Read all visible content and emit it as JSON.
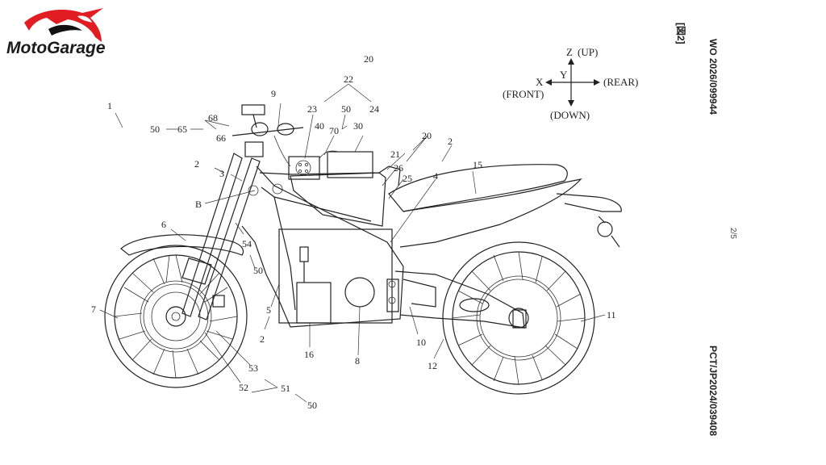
{
  "logo": {
    "text": "MotoGarage",
    "accent": "#e21c23"
  },
  "publication": {
    "wo_number": "WO 2026/099944",
    "pct_number": "PCT/JP2024/039408",
    "figure_label": "[図2]",
    "page": "2/5"
  },
  "axes": {
    "z": "Z",
    "up": "(UP)",
    "x": "X",
    "front": "(FRONT)",
    "y": "Y",
    "rear": "(REAR)",
    "down": "(DOWN)"
  },
  "labels": {
    "l1": "1",
    "l20a": "20",
    "l22": "22",
    "l23": "23",
    "l24": "24",
    "l50a": "50",
    "l70": "70",
    "l40": "40",
    "l30": "30",
    "l9": "9",
    "l68": "68",
    "l50b": "50",
    "l65": "65",
    "l66": "66",
    "l2a": "2",
    "l3": "3",
    "lB": "B",
    "l20b": "20",
    "l21": "21",
    "l26": "26",
    "l25": "25",
    "l2b": "2",
    "l4": "4",
    "l15": "15",
    "l6": "6",
    "l54": "54",
    "l50c": "50",
    "l7": "7",
    "l5": "5",
    "l2c": "2",
    "l16": "16",
    "l8": "8",
    "l10": "10",
    "l12": "12",
    "l11": "11",
    "l53": "53",
    "l52": "52",
    "l51": "51",
    "l50d": "50"
  }
}
